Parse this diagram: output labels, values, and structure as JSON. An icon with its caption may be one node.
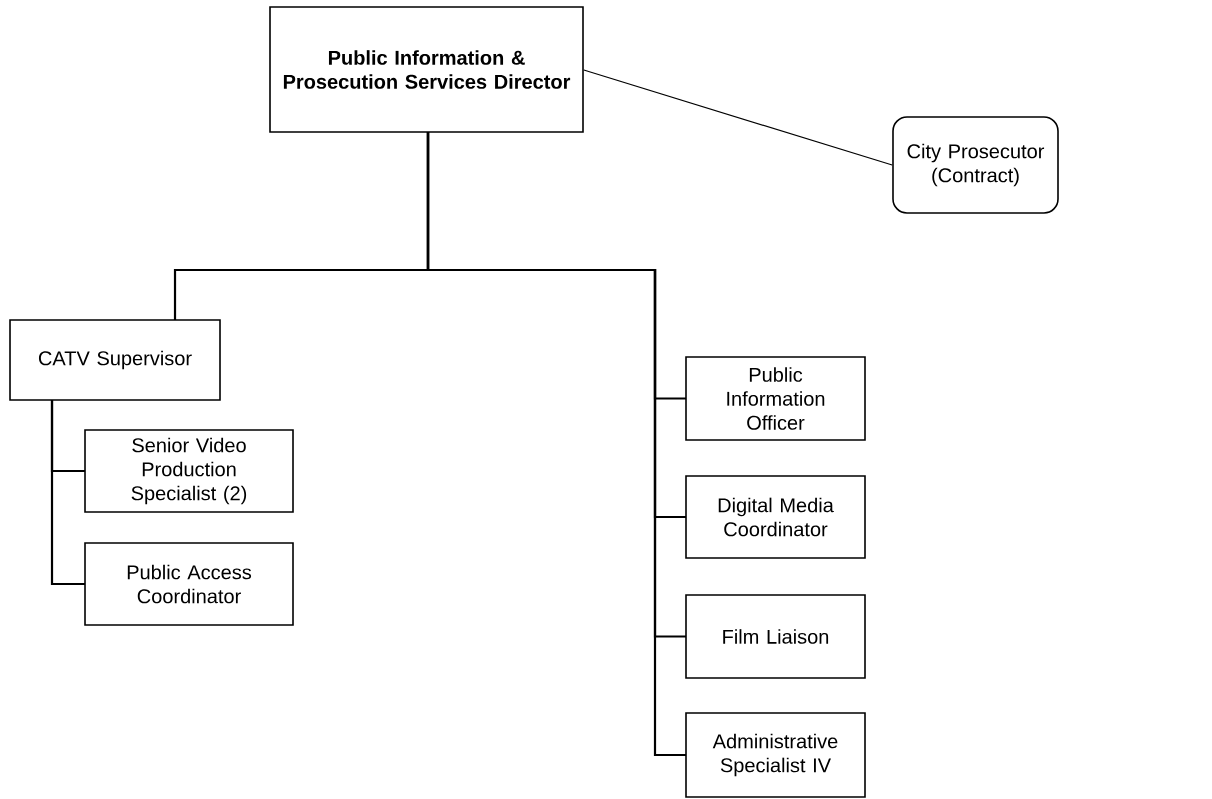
{
  "diagram": {
    "nodes": [
      {
        "text": [
          "Public Information & Prosecution Services Director"
        ]
      },
      {
        "text": [
          "City Prosecutor (Contract)"
        ]
      },
      {
        "text": [
          "CATV Supervisor"
        ]
      },
      {
        "text": [
          "Senior Video Production Specialist (2)"
        ]
      },
      {
        "text": [
          "Public Access Coordinator"
        ]
      },
      {
        "text": [
          "Public Information Officer"
        ]
      },
      {
        "text": [
          "Digital Media Coordinator"
        ]
      },
      {
        "text": [
          "Film Liaison"
        ]
      },
      {
        "text": [
          "Administrative Specialist IV"
        ]
      }
    ],
    "edges": [
      {
        "from": 0,
        "to": 1,
        "arrow": "none"
      },
      {
        "from": 0,
        "to": 2,
        "arrow": "none"
      },
      {
        "from": 0,
        "to": 5,
        "arrow": "none"
      },
      {
        "from": 0,
        "to": 6,
        "arrow": "none"
      },
      {
        "from": 0,
        "to": 7,
        "arrow": "none"
      },
      {
        "from": 0,
        "to": 8,
        "arrow": "none"
      },
      {
        "from": 2,
        "to": 3,
        "arrow": "none"
      },
      {
        "from": 2,
        "to": 4,
        "arrow": "none"
      }
    ]
  }
}
